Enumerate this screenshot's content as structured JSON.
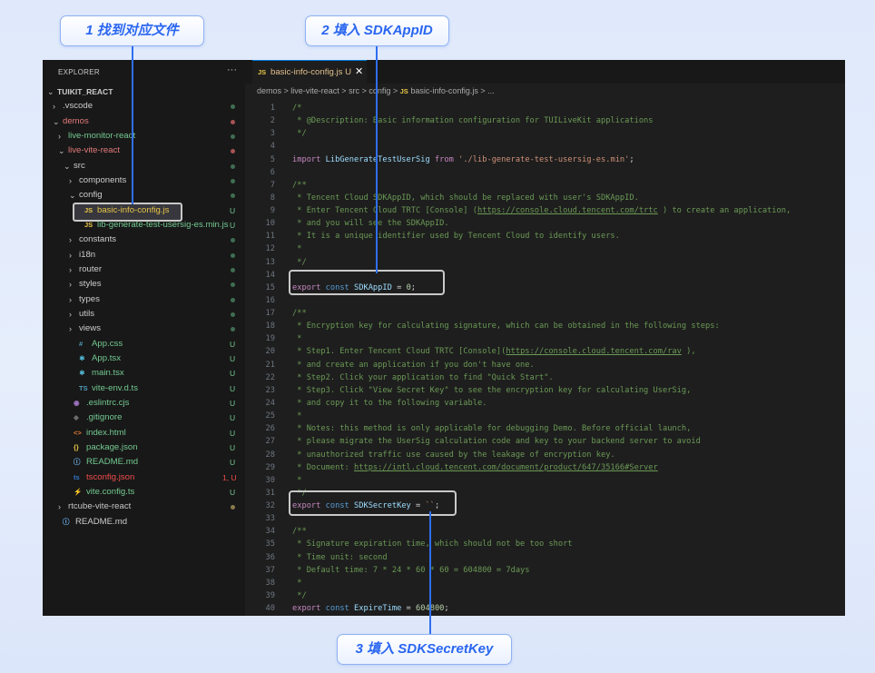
{
  "callouts": {
    "step1": "1 找到对应文件",
    "step2": "2 填入 SDKAppID",
    "step3": "3 填入 SDKSecretKey"
  },
  "explorer": {
    "title": "EXPLORER",
    "more": "···",
    "items": [
      {
        "label": "TUIKIT_REACT",
        "kind": "root",
        "indent": 0
      },
      {
        "label": ".vscode",
        "kind": "folder",
        "indent": 1,
        "status": "dot"
      },
      {
        "label": "demos",
        "kind": "folder-open",
        "indent": 1,
        "status": "dot-red",
        "color": "#e37a7a"
      },
      {
        "label": "live-monitor-react",
        "kind": "folder",
        "indent": 2,
        "status": "dot",
        "color": "#73c991"
      },
      {
        "label": "live-vite-react",
        "kind": "folder-open",
        "indent": 2,
        "status": "dot-red",
        "color": "#e37a7a"
      },
      {
        "label": "src",
        "kind": "folder-open",
        "indent": 3,
        "status": "dot"
      },
      {
        "label": "components",
        "kind": "folder",
        "indent": 4,
        "status": "dot"
      },
      {
        "label": "config",
        "kind": "folder-open",
        "indent": 4,
        "status": "dot"
      },
      {
        "label": "basic-info-config.js",
        "kind": "js",
        "indent": 5,
        "status": "U",
        "selected": true
      },
      {
        "label": "lib-generate-test-usersig-es.min.js",
        "kind": "js",
        "indent": 5,
        "status": "U",
        "color": "#73c991"
      },
      {
        "label": "constants",
        "kind": "folder",
        "indent": 4,
        "status": "dot"
      },
      {
        "label": "i18n",
        "kind": "folder",
        "indent": 4,
        "status": "dot"
      },
      {
        "label": "router",
        "kind": "folder",
        "indent": 4,
        "status": "dot"
      },
      {
        "label": "styles",
        "kind": "folder",
        "indent": 4,
        "status": "dot"
      },
      {
        "label": "types",
        "kind": "folder",
        "indent": 4,
        "status": "dot"
      },
      {
        "label": "utils",
        "kind": "folder",
        "indent": 4,
        "status": "dot"
      },
      {
        "label": "views",
        "kind": "folder",
        "indent": 4,
        "status": "dot"
      },
      {
        "label": "App.css",
        "kind": "css",
        "indent": 4,
        "status": "U"
      },
      {
        "label": "App.tsx",
        "kind": "react",
        "indent": 4,
        "status": "U"
      },
      {
        "label": "main.tsx",
        "kind": "react",
        "indent": 4,
        "status": "U"
      },
      {
        "label": "vite-env.d.ts",
        "kind": "ts",
        "indent": 4,
        "status": "U"
      },
      {
        "label": ".eslintrc.cjs",
        "kind": "eslint",
        "indent": 3,
        "status": "U"
      },
      {
        "label": ".gitignore",
        "kind": "git",
        "indent": 3,
        "status": "U"
      },
      {
        "label": "index.html",
        "kind": "html",
        "indent": 3,
        "status": "U"
      },
      {
        "label": "package.json",
        "kind": "json",
        "indent": 3,
        "status": "U"
      },
      {
        "label": "README.md",
        "kind": "info",
        "indent": 3,
        "status": "U"
      },
      {
        "label": "tsconfig.json",
        "kind": "tsconfig",
        "indent": 3,
        "status": "1, U",
        "color": "#f14c4c"
      },
      {
        "label": "vite.config.ts",
        "kind": "vite",
        "indent": 3,
        "status": "U"
      },
      {
        "label": "rtcube-vite-react",
        "kind": "folder",
        "indent": 2,
        "status": "dot-gold",
        "color": "#c5c5c5"
      },
      {
        "label": "README.md",
        "kind": "info",
        "indent": 1
      }
    ]
  },
  "editor": {
    "tab": {
      "icon": "JS",
      "name": "basic-info-config.js",
      "flag": "U"
    },
    "breadcrumbs": [
      "demos",
      "live-vite-react",
      "src",
      "config",
      "basic-info-config.js",
      "..."
    ],
    "lines": [
      {
        "n": "1",
        "parts": [
          {
            "c": "c",
            "t": "/*"
          }
        ]
      },
      {
        "n": "2",
        "parts": [
          {
            "c": "c",
            "t": " * @Description: Basic information configuration for TUILiveKit applications"
          }
        ]
      },
      {
        "n": "3",
        "parts": [
          {
            "c": "c",
            "t": " */"
          }
        ]
      },
      {
        "n": "4",
        "parts": []
      },
      {
        "n": "5",
        "parts": [
          {
            "c": "kw",
            "t": "import "
          },
          {
            "c": "id",
            "t": "LibGenerateTestUserSig"
          },
          {
            "c": "kw",
            "t": " from "
          },
          {
            "c": "s",
            "t": "'./lib-generate-test-usersig-es.min'"
          },
          {
            "c": "p",
            "t": ";"
          }
        ]
      },
      {
        "n": "6",
        "parts": []
      },
      {
        "n": "7",
        "parts": [
          {
            "c": "c",
            "t": "/**"
          }
        ]
      },
      {
        "n": "8",
        "parts": [
          {
            "c": "c",
            "t": " * Tencent Cloud SDKAppID, which should be replaced with user's SDKAppID."
          }
        ]
      },
      {
        "n": "9",
        "parts": [
          {
            "c": "c",
            "t": " * Enter Tencent Cloud TRTC [Console] ("
          },
          {
            "c": "c u",
            "t": "https://console.cloud.tencent.com/trtc"
          },
          {
            "c": "c",
            "t": " ) to create an application,"
          }
        ]
      },
      {
        "n": "10",
        "parts": [
          {
            "c": "c",
            "t": " * and you will see the SDKAppID."
          }
        ]
      },
      {
        "n": "11",
        "parts": [
          {
            "c": "c",
            "t": " * It is a unique identifier used by Tencent Cloud to identify users."
          }
        ]
      },
      {
        "n": "12",
        "parts": [
          {
            "c": "c",
            "t": " *"
          }
        ]
      },
      {
        "n": "13",
        "parts": [
          {
            "c": "c",
            "t": " */"
          }
        ]
      },
      {
        "n": "14",
        "parts": []
      },
      {
        "n": "15",
        "parts": [
          {
            "c": "kw",
            "t": "export "
          },
          {
            "c": "k",
            "t": "const "
          },
          {
            "c": "id",
            "t": "SDKAppID"
          },
          {
            "c": "p",
            "t": " = "
          },
          {
            "c": "n",
            "t": "0"
          },
          {
            "c": "p",
            "t": ";"
          }
        ]
      },
      {
        "n": "16",
        "parts": []
      },
      {
        "n": "17",
        "parts": [
          {
            "c": "c",
            "t": "/**"
          }
        ]
      },
      {
        "n": "18",
        "parts": [
          {
            "c": "c",
            "t": " * Encryption key for calculating signature, which can be obtained in the following steps:"
          }
        ]
      },
      {
        "n": "19",
        "parts": [
          {
            "c": "c",
            "t": " *"
          }
        ]
      },
      {
        "n": "20",
        "parts": [
          {
            "c": "c",
            "t": " * Step1. Enter Tencent Cloud TRTC [Console]("
          },
          {
            "c": "c u",
            "t": "https://console.cloud.tencent.com/rav"
          },
          {
            "c": "c",
            "t": " ),"
          }
        ]
      },
      {
        "n": "21",
        "parts": [
          {
            "c": "c",
            "t": " * and create an application if you don't have one."
          }
        ]
      },
      {
        "n": "22",
        "parts": [
          {
            "c": "c",
            "t": " * Step2. Click your application to find \"Quick Start\"."
          }
        ]
      },
      {
        "n": "23",
        "parts": [
          {
            "c": "c",
            "t": " * Step3. Click \"View Secret Key\" to see the encryption key for calculating UserSig,"
          }
        ]
      },
      {
        "n": "24",
        "parts": [
          {
            "c": "c",
            "t": " * and copy it to the following variable."
          }
        ]
      },
      {
        "n": "25",
        "parts": [
          {
            "c": "c",
            "t": " *"
          }
        ]
      },
      {
        "n": "26",
        "parts": [
          {
            "c": "c",
            "t": " * Notes: this method is only applicable for debugging Demo. Before official launch,"
          }
        ]
      },
      {
        "n": "27",
        "parts": [
          {
            "c": "c",
            "t": " * please migrate the UserSig calculation code and key to your backend server to avoid"
          }
        ]
      },
      {
        "n": "28",
        "parts": [
          {
            "c": "c",
            "t": " * unauthorized traffic use caused by the leakage of encryption key."
          }
        ]
      },
      {
        "n": "29",
        "parts": [
          {
            "c": "c",
            "t": " * Document: "
          },
          {
            "c": "c u",
            "t": "https://intl.cloud.tencent.com/document/product/647/35166#Server"
          }
        ]
      },
      {
        "n": "30",
        "parts": [
          {
            "c": "c",
            "t": " *"
          }
        ]
      },
      {
        "n": "31",
        "parts": [
          {
            "c": "c",
            "t": " */"
          }
        ]
      },
      {
        "n": "32",
        "parts": [
          {
            "c": "kw",
            "t": "export "
          },
          {
            "c": "k",
            "t": "const "
          },
          {
            "c": "id",
            "t": "SDKSecretKey"
          },
          {
            "c": "p",
            "t": " = "
          },
          {
            "c": "s",
            "t": "``"
          },
          {
            "c": "p",
            "t": ";"
          }
        ]
      },
      {
        "n": "33",
        "parts": []
      },
      {
        "n": "34",
        "parts": [
          {
            "c": "c",
            "t": "/**"
          }
        ]
      },
      {
        "n": "35",
        "parts": [
          {
            "c": "c",
            "t": " * Signature expiration time, which should not be too short"
          }
        ]
      },
      {
        "n": "36",
        "parts": [
          {
            "c": "c",
            "t": " * Time unit: second"
          }
        ]
      },
      {
        "n": "37",
        "parts": [
          {
            "c": "c",
            "t": " * Default time: 7 * 24 * 60 * 60 = 604800 = 7days"
          }
        ]
      },
      {
        "n": "38",
        "parts": [
          {
            "c": "c",
            "t": " *"
          }
        ]
      },
      {
        "n": "39",
        "parts": [
          {
            "c": "c",
            "t": " */"
          }
        ]
      },
      {
        "n": "40",
        "parts": [
          {
            "c": "kw",
            "t": "export "
          },
          {
            "c": "k",
            "t": "const "
          },
          {
            "c": "id",
            "t": "ExpireTime"
          },
          {
            "c": "p",
            "t": " = "
          },
          {
            "c": "n",
            "t": "604800"
          },
          {
            "c": "p",
            "t": ";"
          }
        ]
      }
    ]
  }
}
